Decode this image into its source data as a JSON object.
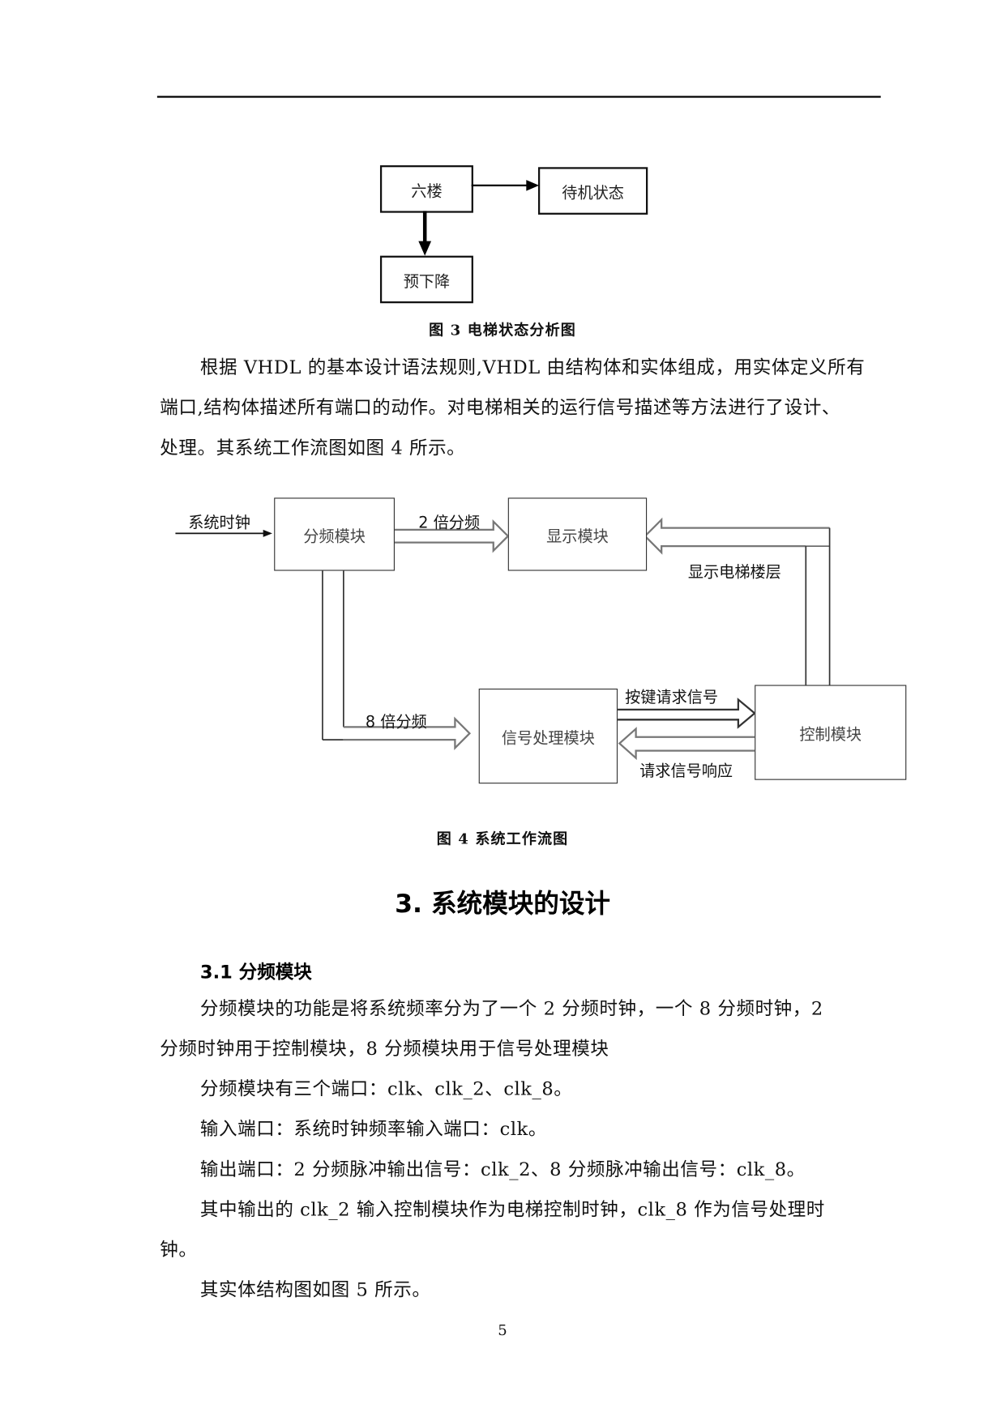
{
  "page": {
    "page_number": "5"
  },
  "figure3": {
    "nodes": {
      "sixth_floor": "六楼",
      "standby": "待机状态",
      "pre_descend": "预下降"
    },
    "caption": "图 3  电梯状态分析图"
  },
  "paragraph1": {
    "lines": [
      "根据 VHDL 的基本设计语法规则,VHDL 由结构体和实体组成，用实体定义所有",
      "端口,结构体描述所有端口的动作。对电梯相关的运行信号描述等方法进行了设计、",
      "处理。其系统工作流图如图 4 所示。"
    ]
  },
  "figure4": {
    "nodes": {
      "divider": "分频模块",
      "display": "显示模块",
      "signal": "信号处理模块",
      "control": "控制模块"
    },
    "edges": {
      "system_clock": "系统时钟",
      "div2": "2 倍分频",
      "div8": "8 倍分频",
      "display_floor": "显示电梯楼层",
      "key_request": "按键请求信号",
      "request_response": "请求信号响应"
    },
    "caption": "图 4  系统工作流图"
  },
  "section3": {
    "title": "3.  系统模块的设计",
    "subsection": {
      "title": "3.1  分频模块",
      "paragraphs": [
        "分频模块的功能是将系统频率分为了一个 2 分频时钟，一个 8 分频时钟，2",
        "分频时钟用于控制模块，8 分频模块用于信号处理模块",
        "分频模块有三个端口：clk、clk_2、clk_8。",
        "输入端口：系统时钟频率输入端口：clk。",
        "输出端口：2 分频脉冲输出信号：clk_2、8 分频脉冲输出信号：clk_8。",
        "其中输出的 clk_2 输入控制模块作为电梯控制时钟，clk_8 作为信号处理时",
        "钟。",
        "其实体结构图如图 5 所示。"
      ]
    }
  }
}
